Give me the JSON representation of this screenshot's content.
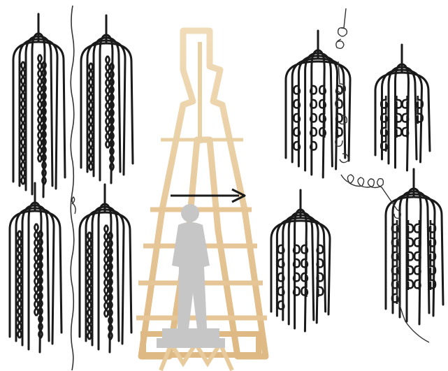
{
  "diagram": {
    "description_free": true,
    "panels": [
      {
        "id": "before",
        "clusters": 4,
        "strand_style": "twisted-pairs",
        "center_strand": "wavy-thin"
      },
      {
        "id": "after",
        "clusters": 4,
        "strand_style": "looped-coils",
        "center_strand": "curly-thin"
      }
    ],
    "arrow": {
      "direction": "right"
    },
    "watermark": {
      "kind": "tower-and-statue-emblem",
      "color": "#d9b27a",
      "statue_color": "#bdbdbd"
    },
    "colors": {
      "ink": "#1a1a1a",
      "background": "#ffffff"
    }
  }
}
